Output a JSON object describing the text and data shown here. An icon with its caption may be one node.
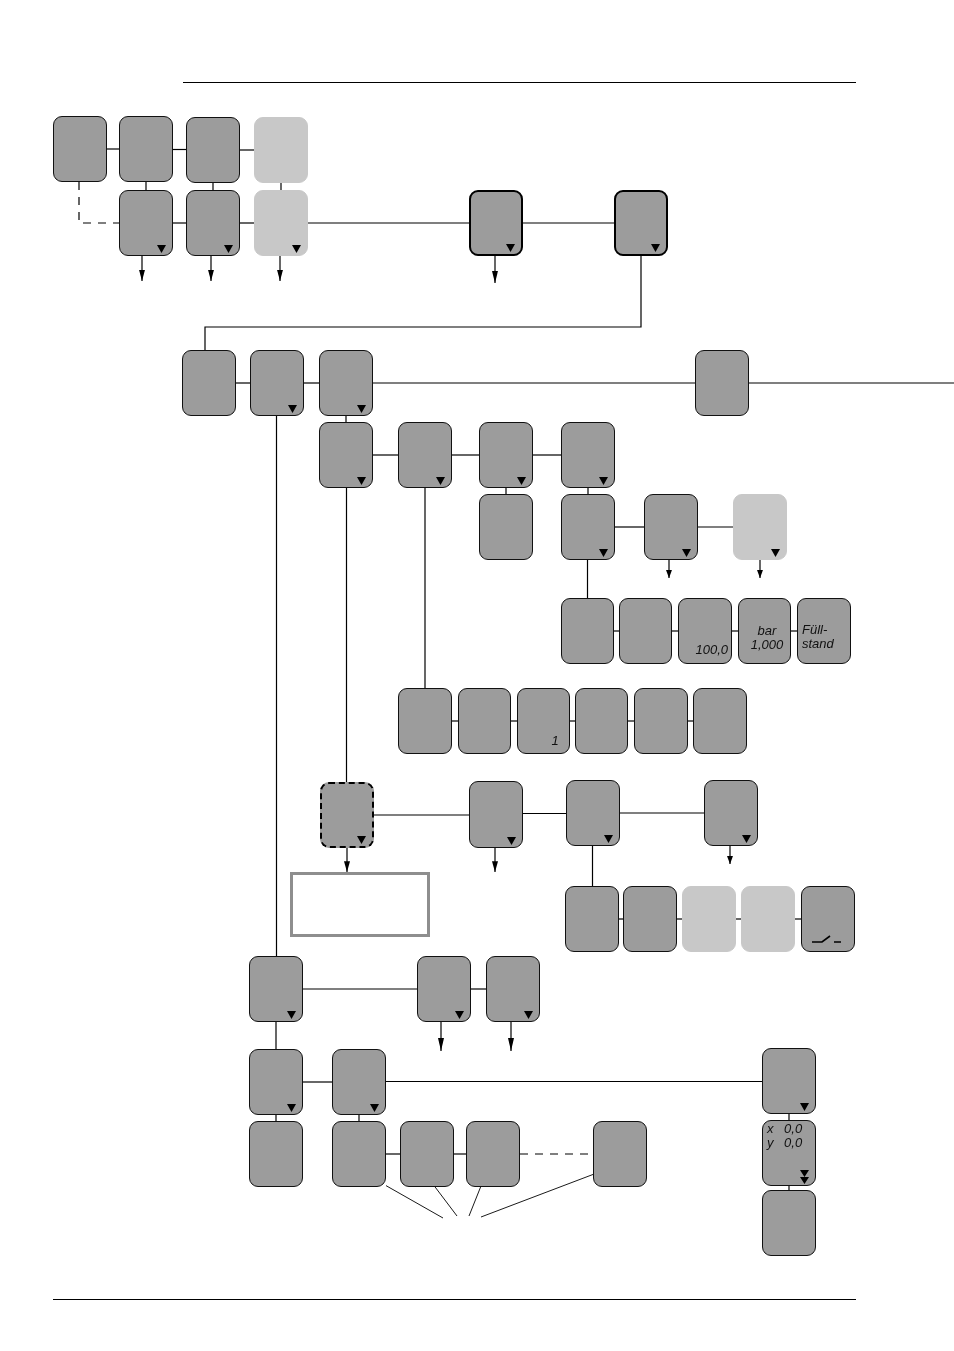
{
  "diagram": {
    "nodes": [
      {
        "text": [],
        "shape": "box"
      },
      {
        "text": [],
        "shape": "box"
      },
      {
        "text": [],
        "shape": "box"
      },
      {
        "text": [],
        "shape": "box"
      },
      {
        "text": [],
        "shape": "box"
      },
      {
        "text": [],
        "shape": "box"
      },
      {
        "text": [],
        "shape": "box"
      },
      {
        "text": [],
        "shape": "box"
      },
      {
        "text": [],
        "shape": "box"
      },
      {
        "text": [],
        "shape": "box"
      },
      {
        "text": [],
        "shape": "box"
      },
      {
        "text": [],
        "shape": "box"
      },
      {
        "text": [],
        "shape": "box"
      },
      {
        "text": [],
        "shape": "box"
      },
      {
        "text": [],
        "shape": "box"
      },
      {
        "text": [],
        "shape": "box"
      },
      {
        "text": [],
        "shape": "box"
      },
      {
        "text": [],
        "shape": "box"
      },
      {
        "text": [],
        "shape": "box"
      },
      {
        "text": [],
        "shape": "box"
      },
      {
        "text": [],
        "shape": "box"
      },
      {
        "text": [],
        "shape": "box"
      },
      {
        "text": [],
        "shape": "box"
      },
      {
        "text": [
          "100,0"
        ]
      },
      {
        "text": [
          "bar 1,000"
        ]
      },
      {
        "text": [
          "Füll- stand"
        ]
      },
      {
        "text": [],
        "shape": "box"
      },
      {
        "text": [],
        "shape": "box"
      },
      {
        "text": [
          "1"
        ]
      },
      {
        "text": [],
        "shape": "box"
      },
      {
        "text": [],
        "shape": "box"
      },
      {
        "text": [],
        "shape": "box"
      },
      {
        "text": [],
        "shape": "box"
      },
      {
        "text": [],
        "shape": "box"
      },
      {
        "text": [],
        "shape": "box"
      },
      {
        "text": [],
        "shape": "box"
      },
      {
        "text": [],
        "shape": "box"
      },
      {
        "text": [],
        "shape": "box"
      },
      {
        "text": [],
        "shape": "box"
      },
      {
        "text": [],
        "shape": "box"
      },
      {
        "text": [],
        "shape": "box"
      },
      {
        "text": [],
        "shape": "box"
      },
      {
        "text": [],
        "shape": "box"
      },
      {
        "text": [],
        "shape": "box"
      },
      {
        "text": [],
        "shape": "box"
      },
      {
        "text": [],
        "shape": "box"
      },
      {
        "text": [],
        "shape": "box"
      },
      {
        "text": [],
        "shape": "box"
      },
      {
        "text": [],
        "shape": "box"
      },
      {
        "text": [],
        "shape": "box"
      },
      {
        "text": [],
        "shape": "box"
      },
      {
        "text": [],
        "shape": "box"
      },
      {
        "text": [],
        "shape": "box"
      },
      {
        "text": [
          "x 0,0",
          "y 0,0"
        ]
      },
      {
        "text": [],
        "shape": "box"
      }
    ],
    "edges": [
      {
        "from": 0,
        "to": 1,
        "arrow": "none"
      },
      {
        "from": 1,
        "to": 2,
        "arrow": "none"
      },
      {
        "from": 2,
        "to": 3,
        "arrow": "none"
      },
      {
        "from": 1,
        "to": 4,
        "arrow": "none"
      },
      {
        "from": 2,
        "to": 5,
        "arrow": "none"
      },
      {
        "from": 3,
        "to": 6,
        "arrow": "none"
      },
      {
        "from": 0,
        "to": 4,
        "arrow": "none",
        "style": "dashed"
      },
      {
        "from": 4,
        "to": 5,
        "arrow": "none"
      },
      {
        "from": 5,
        "to": 6,
        "arrow": "none"
      },
      {
        "from": 6,
        "to": 7,
        "arrow": "none"
      },
      {
        "from": 7,
        "to": 8,
        "arrow": "none"
      },
      {
        "from": 4,
        "to": null,
        "arrow": "to"
      },
      {
        "from": 5,
        "to": null,
        "arrow": "to"
      },
      {
        "from": 6,
        "to": null,
        "arrow": "to"
      },
      {
        "from": 7,
        "to": null,
        "arrow": "to"
      },
      {
        "from": 8,
        "to": 9,
        "arrow": "none"
      },
      {
        "from": 9,
        "to": 10,
        "arrow": "none"
      },
      {
        "from": 10,
        "to": 11,
        "arrow": "none"
      },
      {
        "from": 11,
        "to": 12,
        "arrow": "none"
      },
      {
        "from": 12,
        "to": null,
        "arrow": "none"
      },
      {
        "from": 11,
        "to": 13,
        "arrow": "none"
      },
      {
        "from": 10,
        "to": 42,
        "arrow": "none"
      },
      {
        "from": 13,
        "to": 14,
        "arrow": "none"
      },
      {
        "from": 14,
        "to": 15,
        "arrow": "none"
      },
      {
        "from": 15,
        "to": 16,
        "arrow": "none"
      },
      {
        "from": 15,
        "to": 17,
        "arrow": "none"
      },
      {
        "from": 16,
        "to": 18,
        "arrow": "none"
      },
      {
        "from": 18,
        "to": 19,
        "arrow": "none"
      },
      {
        "from": 19,
        "to": 20,
        "arrow": "none"
      },
      {
        "from": 19,
        "to": null,
        "arrow": "to"
      },
      {
        "from": 20,
        "to": null,
        "arrow": "to"
      },
      {
        "from": 18,
        "to": 21,
        "arrow": "none"
      },
      {
        "from": 21,
        "to": 22,
        "arrow": "none"
      },
      {
        "from": 22,
        "to": 23,
        "arrow": "none"
      },
      {
        "from": 23,
        "to": 24,
        "arrow": "none"
      },
      {
        "from": 24,
        "to": 25,
        "arrow": "none"
      },
      {
        "from": 14,
        "to": 26,
        "arrow": "none"
      },
      {
        "from": 26,
        "to": 27,
        "arrow": "none"
      },
      {
        "from": 27,
        "to": 28,
        "arrow": "none"
      },
      {
        "from": 28,
        "to": 29,
        "arrow": "none"
      },
      {
        "from": 29,
        "to": 30,
        "arrow": "none"
      },
      {
        "from": 30,
        "to": 31,
        "arrow": "none"
      },
      {
        "from": 13,
        "to": 32,
        "arrow": "none"
      },
      {
        "from": 32,
        "to": 33,
        "arrow": "none"
      },
      {
        "from": 33,
        "to": 34,
        "arrow": "none"
      },
      {
        "from": 34,
        "to": 35,
        "arrow": "none"
      },
      {
        "from": 32,
        "to": 36,
        "arrow": "to"
      },
      {
        "from": 33,
        "to": null,
        "arrow": "to"
      },
      {
        "from": 35,
        "to": null,
        "arrow": "to"
      },
      {
        "from": 34,
        "to": 37,
        "arrow": "none"
      },
      {
        "from": 37,
        "to": 38,
        "arrow": "none"
      },
      {
        "from": 38,
        "to": 39,
        "arrow": "none"
      },
      {
        "from": 39,
        "to": 40,
        "arrow": "none"
      },
      {
        "from": 40,
        "to": 41,
        "arrow": "none"
      },
      {
        "from": 42,
        "to": 43,
        "arrow": "none"
      },
      {
        "from": 43,
        "to": 44,
        "arrow": "none"
      },
      {
        "from": 43,
        "to": null,
        "arrow": "to"
      },
      {
        "from": 44,
        "to": null,
        "arrow": "to"
      },
      {
        "from": 42,
        "to": 45,
        "arrow": "none"
      },
      {
        "from": 45,
        "to": 46,
        "arrow": "none"
      },
      {
        "from": 46,
        "to": 47,
        "arrow": "none"
      },
      {
        "from": 45,
        "to": 48,
        "arrow": "none"
      },
      {
        "from": 46,
        "to": 49,
        "arrow": "none"
      },
      {
        "from": 47,
        "to": 53,
        "arrow": "none"
      },
      {
        "from": 49,
        "to": 50,
        "arrow": "none"
      },
      {
        "from": 50,
        "to": 51,
        "arrow": "none"
      },
      {
        "from": 51,
        "to": 52,
        "arrow": "none",
        "style": "dashed"
      },
      {
        "from": 53,
        "to": 54,
        "arrow": "none"
      },
      {
        "from": null,
        "to": 49,
        "arrow": "none"
      },
      {
        "from": null,
        "to": 50,
        "arrow": "none"
      },
      {
        "from": null,
        "to": 51,
        "arrow": "none"
      },
      {
        "from": null,
        "to": 52,
        "arrow": "none"
      }
    ]
  }
}
